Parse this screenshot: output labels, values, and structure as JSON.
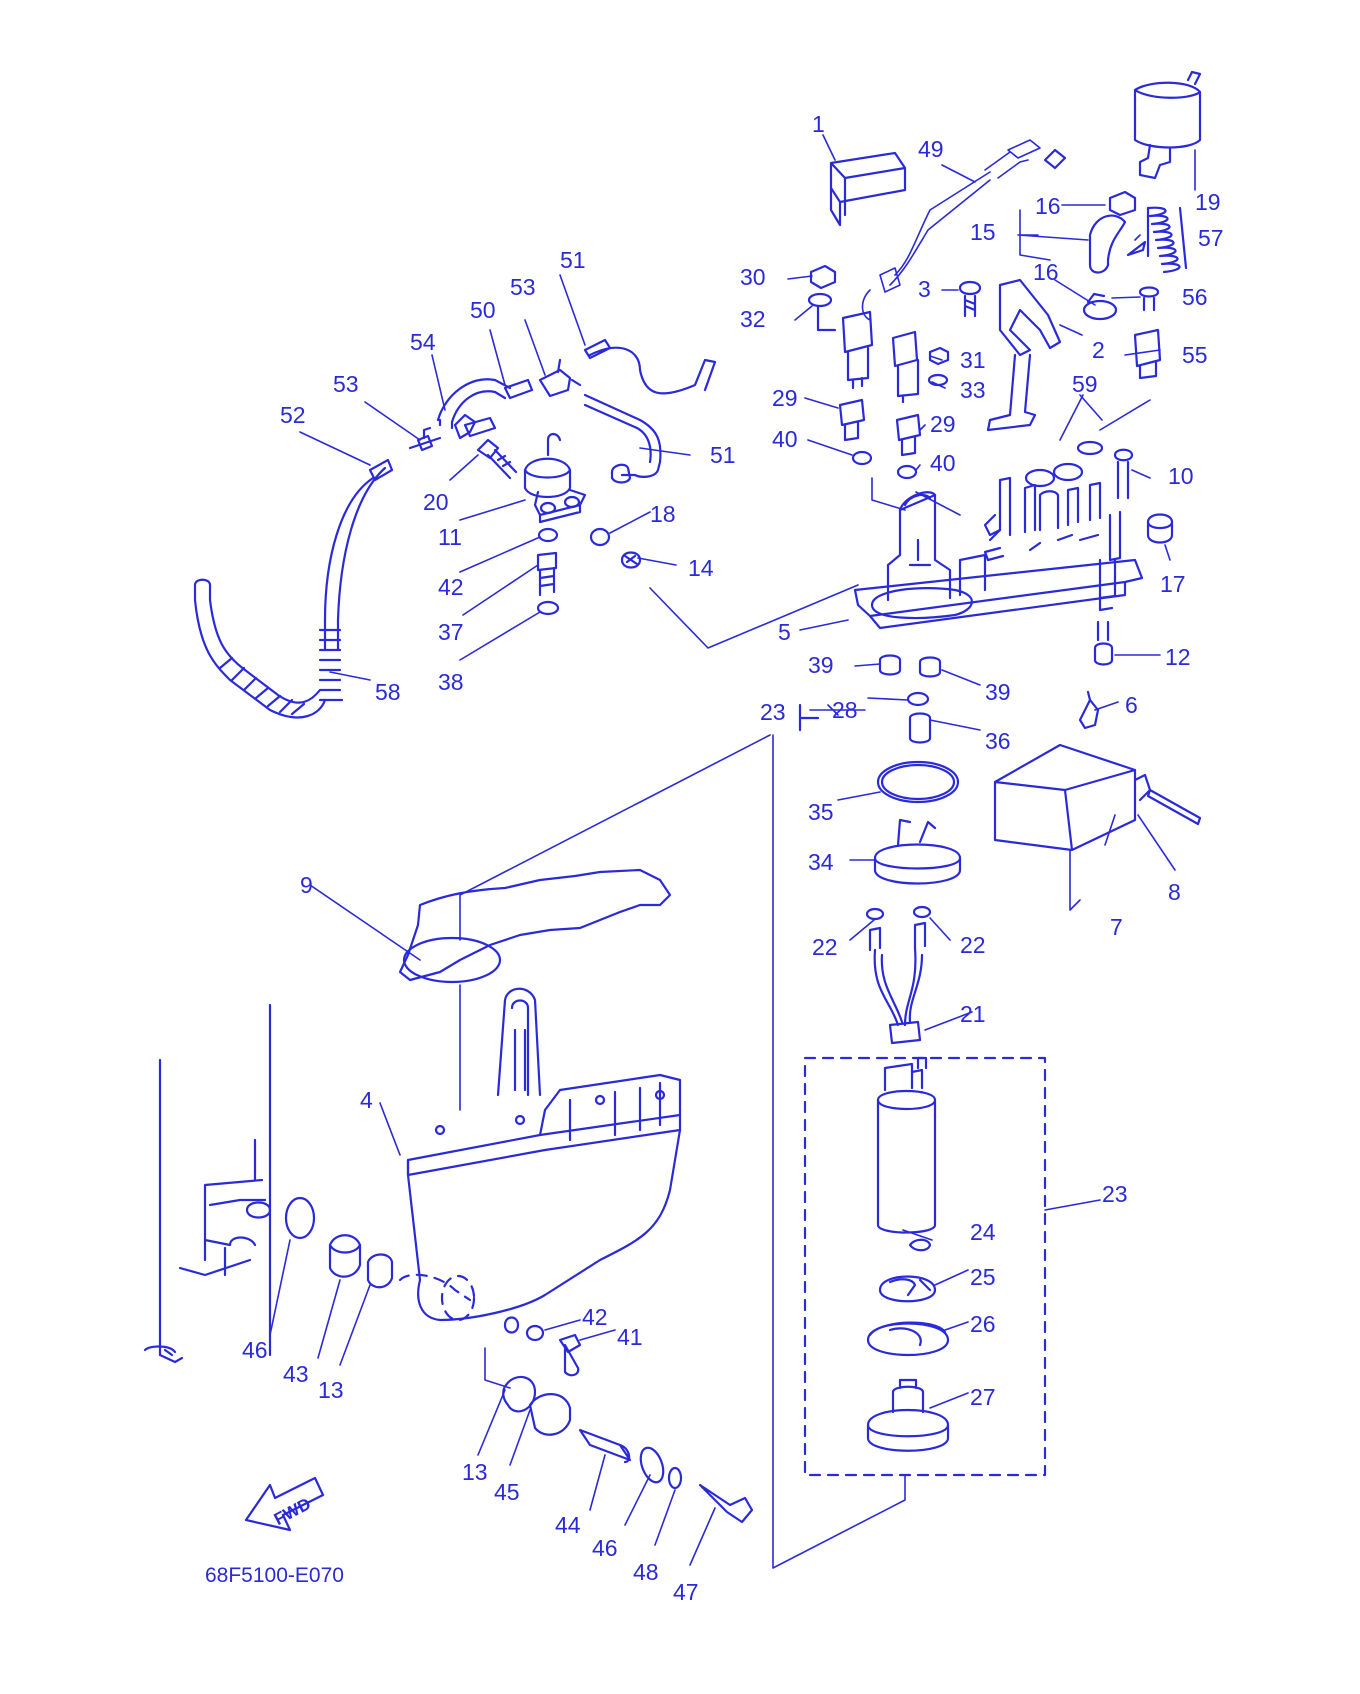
{
  "diagram": {
    "drawing_code": "68F5100-E070",
    "fwd_label": "FWD",
    "ink_color": "#2a2ad8",
    "callouts": [
      {
        "id": "c1",
        "label": "1"
      },
      {
        "id": "c49",
        "label": "49"
      },
      {
        "id": "c19",
        "label": "19"
      },
      {
        "id": "c16a",
        "label": "16"
      },
      {
        "id": "c15",
        "label": "15"
      },
      {
        "id": "c57",
        "label": "57"
      },
      {
        "id": "c16b",
        "label": "16"
      },
      {
        "id": "c30",
        "label": "30"
      },
      {
        "id": "c3",
        "label": "3"
      },
      {
        "id": "c56",
        "label": "56"
      },
      {
        "id": "c32",
        "label": "32"
      },
      {
        "id": "c2",
        "label": "2"
      },
      {
        "id": "c31",
        "label": "31"
      },
      {
        "id": "c55",
        "label": "55"
      },
      {
        "id": "c33",
        "label": "33"
      },
      {
        "id": "c59",
        "label": "59"
      },
      {
        "id": "c29a",
        "label": "29"
      },
      {
        "id": "c29b",
        "label": "29"
      },
      {
        "id": "c40a",
        "label": "40"
      },
      {
        "id": "c40b",
        "label": "40"
      },
      {
        "id": "c10",
        "label": "10"
      },
      {
        "id": "c17",
        "label": "17"
      },
      {
        "id": "c5",
        "label": "5"
      },
      {
        "id": "c12",
        "label": "12"
      },
      {
        "id": "c39a",
        "label": "39"
      },
      {
        "id": "c39b",
        "label": "39"
      },
      {
        "id": "c23a",
        "label": "23"
      },
      {
        "id": "c28",
        "label": "28"
      },
      {
        "id": "c6",
        "label": "6"
      },
      {
        "id": "c36",
        "label": "36"
      },
      {
        "id": "c35",
        "label": "35"
      },
      {
        "id": "c34",
        "label": "34"
      },
      {
        "id": "c8",
        "label": "8"
      },
      {
        "id": "c7",
        "label": "7"
      },
      {
        "id": "c22a",
        "label": "22"
      },
      {
        "id": "c22b",
        "label": "22"
      },
      {
        "id": "c21",
        "label": "21"
      },
      {
        "id": "c23b",
        "label": "23"
      },
      {
        "id": "c24",
        "label": "24"
      },
      {
        "id": "c25",
        "label": "25"
      },
      {
        "id": "c26",
        "label": "26"
      },
      {
        "id": "c27",
        "label": "27"
      },
      {
        "id": "c51a",
        "label": "51"
      },
      {
        "id": "c53a",
        "label": "53"
      },
      {
        "id": "c50",
        "label": "50"
      },
      {
        "id": "c54",
        "label": "54"
      },
      {
        "id": "c53b",
        "label": "53"
      },
      {
        "id": "c52",
        "label": "52"
      },
      {
        "id": "c51b",
        "label": "51"
      },
      {
        "id": "c20",
        "label": "20"
      },
      {
        "id": "c18",
        "label": "18"
      },
      {
        "id": "c11",
        "label": "11"
      },
      {
        "id": "c14",
        "label": "14"
      },
      {
        "id": "c42a",
        "label": "42"
      },
      {
        "id": "c37",
        "label": "37"
      },
      {
        "id": "c38",
        "label": "38"
      },
      {
        "id": "c58",
        "label": "58"
      },
      {
        "id": "c9",
        "label": "9"
      },
      {
        "id": "c4",
        "label": "4"
      },
      {
        "id": "c46a",
        "label": "46"
      },
      {
        "id": "c43",
        "label": "43"
      },
      {
        "id": "c13a",
        "label": "13"
      },
      {
        "id": "c42b",
        "label": "42"
      },
      {
        "id": "c41",
        "label": "41"
      },
      {
        "id": "c13b",
        "label": "13"
      },
      {
        "id": "c45",
        "label": "45"
      },
      {
        "id": "c44",
        "label": "44"
      },
      {
        "id": "c46b",
        "label": "46"
      },
      {
        "id": "c48",
        "label": "48"
      },
      {
        "id": "c47",
        "label": "47"
      }
    ]
  }
}
